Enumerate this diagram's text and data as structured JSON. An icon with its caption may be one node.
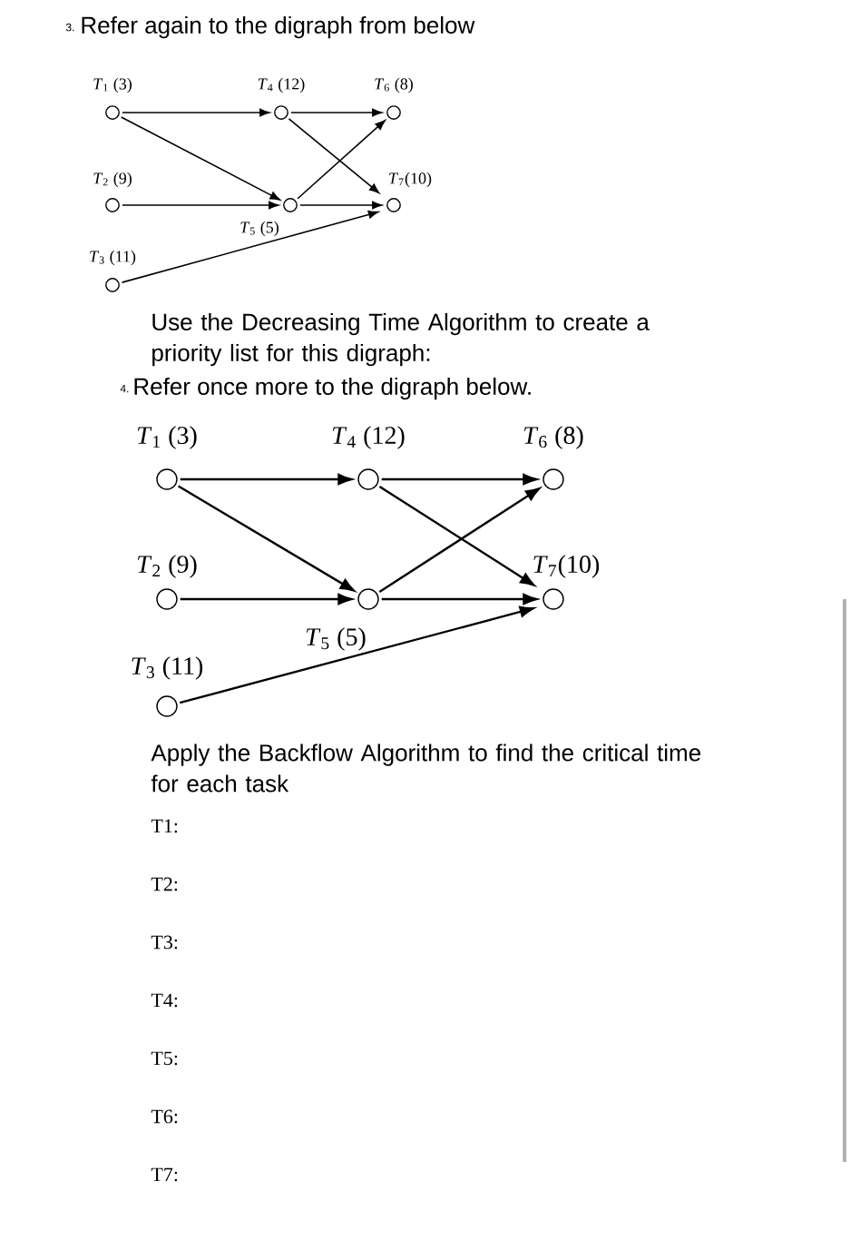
{
  "diagram": {
    "nodes": [
      {
        "text": [],
        "shape": "circle",
        "beside": [
          "*T*$_{1}$ (3)"
        ]
      },
      {
        "text": [],
        "shape": "circle",
        "beside": [
          "*T*$_{4}$ (12)"
        ]
      },
      {
        "text": [],
        "shape": "circle",
        "beside": [
          "*T*$_{6}$ (8)"
        ]
      },
      {
        "text": [],
        "shape": "circle",
        "beside": [
          "*T*$_{2}$ (9)"
        ]
      },
      {
        "text": [],
        "shape": "circle",
        "beside": [
          "*T*$_{5}$ (5)"
        ]
      },
      {
        "text": [],
        "shape": "circle",
        "beside": [
          "*T*$_{7}$(10)"
        ]
      },
      {
        "text": [],
        "shape": "circle",
        "beside": [
          "*T*$_{3}$ (11)"
        ]
      },
      {
        "text": [],
        "shape": "circle",
        "beside": [
          "*T*$_{1}$ (3)"
        ]
      },
      {
        "text": [],
        "shape": "circle",
        "beside": [
          "*T*$_{4}$ (12)"
        ]
      },
      {
        "text": [],
        "shape": "circle",
        "beside": [
          "*T*$_{6}$ (8)"
        ]
      },
      {
        "text": [],
        "shape": "circle",
        "beside": [
          "*T*$_{2}$ (9)"
        ]
      },
      {
        "text": [],
        "shape": "circle",
        "beside": [
          "*T*$_{5}$ (5)"
        ]
      },
      {
        "text": [],
        "shape": "circle",
        "beside": [
          "*T*$_{7}$(10)"
        ]
      },
      {
        "text": [],
        "shape": "circle",
        "beside": [
          "*T*$_{3}$ (11)"
        ]
      }
    ],
    "edges": [
      {
        "from": 0,
        "to": 1,
        "arrow": "to"
      },
      {
        "from": 0,
        "to": 4,
        "arrow": "to"
      },
      {
        "from": 1,
        "to": 2,
        "arrow": "to"
      },
      {
        "from": 1,
        "to": 5,
        "arrow": "to"
      },
      {
        "from": 3,
        "to": 4,
        "arrow": "to"
      },
      {
        "from": 4,
        "to": 2,
        "arrow": "to"
      },
      {
        "from": 4,
        "to": 5,
        "arrow": "to"
      },
      {
        "from": 6,
        "to": 5,
        "arrow": "to"
      },
      {
        "from": 7,
        "to": 8,
        "arrow": "to"
      },
      {
        "from": 7,
        "to": 11,
        "arrow": "to"
      },
      {
        "from": 8,
        "to": 9,
        "arrow": "to"
      },
      {
        "from": 8,
        "to": 12,
        "arrow": "to"
      },
      {
        "from": 10,
        "to": 11,
        "arrow": "to"
      },
      {
        "from": 11,
        "to": 9,
        "arrow": "to"
      },
      {
        "from": 11,
        "to": 12,
        "arrow": "to"
      },
      {
        "from": 13,
        "to": 12,
        "arrow": "to"
      }
    ],
    "labels": [
      "3.",
      "Refer again to the digraph from below",
      "Use the Decreasing Time Algorithm to create a priority list for this digraph:",
      "4.",
      "Refer once more to the digraph below.",
      "Apply the Backflow Algorithm to find the critical time for each task",
      "T1:",
      "T2:",
      "T3:",
      "T4:",
      "T5:",
      "T6:",
      "T7:"
    ]
  }
}
